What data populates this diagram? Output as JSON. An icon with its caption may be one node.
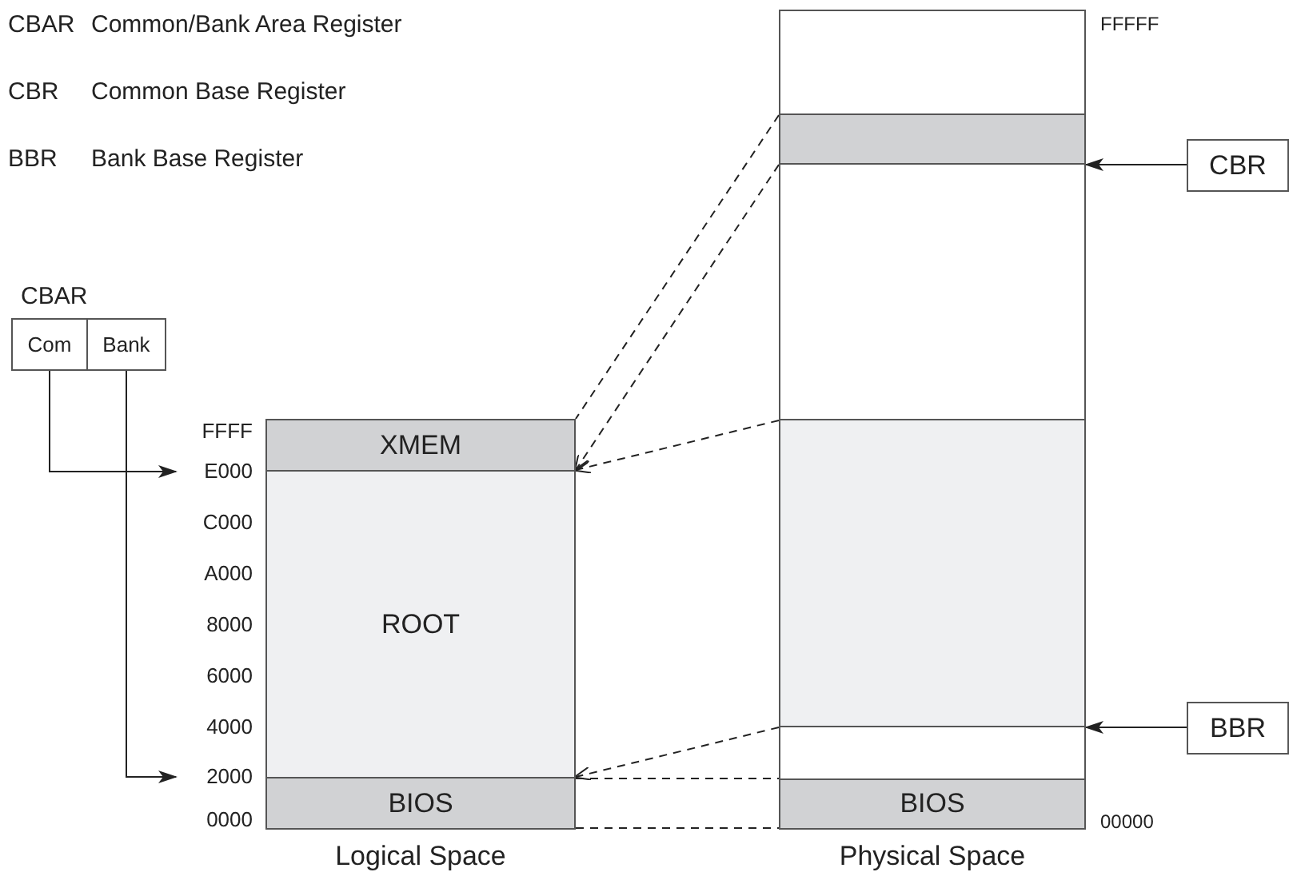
{
  "diagram": {
    "nodes": [
      {
        "text": [
          "CBAR"
        ]
      },
      {
        "text": [
          "Com"
        ],
        "in": 0
      },
      {
        "text": [
          "Bank"
        ],
        "in": 0
      },
      {
        "text": [
          "Logical Space"
        ]
      },
      {
        "text": [
          "XMEM"
        ],
        "in": 3
      },
      {
        "text": [
          "ROOT"
        ],
        "in": 3
      },
      {
        "text": [
          "BIOS"
        ],
        "in": 3
      },
      {
        "text": [
          "Physical Space"
        ]
      },
      {
        "text": [],
        "shape": "box",
        "in": 7
      },
      {
        "text": [],
        "shape": "box",
        "in": 7
      },
      {
        "text": [],
        "shape": "box",
        "in": 7
      },
      {
        "text": [],
        "shape": "box",
        "in": 7
      },
      {
        "text": [],
        "shape": "box",
        "in": 7
      },
      {
        "text": [
          "BIOS"
        ],
        "in": 7
      },
      {
        "text": [
          "CBR"
        ]
      },
      {
        "text": [
          "BBR"
        ]
      }
    ],
    "edges": [
      {
        "from": 1,
        "to": null,
        "arrow": "to"
      },
      {
        "from": 2,
        "to": null,
        "arrow": "to"
      },
      {
        "from": 14,
        "to": 9,
        "arrow": "to"
      },
      {
        "from": 15,
        "to": 12,
        "arrow": "to"
      },
      {
        "from": 9,
        "to": 4,
        "arrow": "none",
        "style": "dashed"
      },
      {
        "from": 9,
        "to": 4,
        "arrow": "to",
        "style": "dashed"
      },
      {
        "from": 11,
        "to": 5,
        "arrow": "to",
        "style": "dashed"
      },
      {
        "from": 11,
        "to": 5,
        "arrow": "to",
        "style": "dashed"
      },
      {
        "from": 6,
        "to": 13,
        "arrow": "none",
        "style": "dashed"
      },
      {
        "from": 6,
        "to": 13,
        "arrow": "none",
        "style": "dashed"
      }
    ],
    "labels": [
      "CBAR",
      "Common/Bank Area Register",
      "FFFFF",
      "CBR",
      "Common Base Register",
      "BBR",
      "Bank Base Register",
      "FFFF",
      "E000",
      "C000",
      "A000",
      "8000",
      "6000",
      "4000",
      "2000",
      "0000",
      "00000"
    ]
  }
}
